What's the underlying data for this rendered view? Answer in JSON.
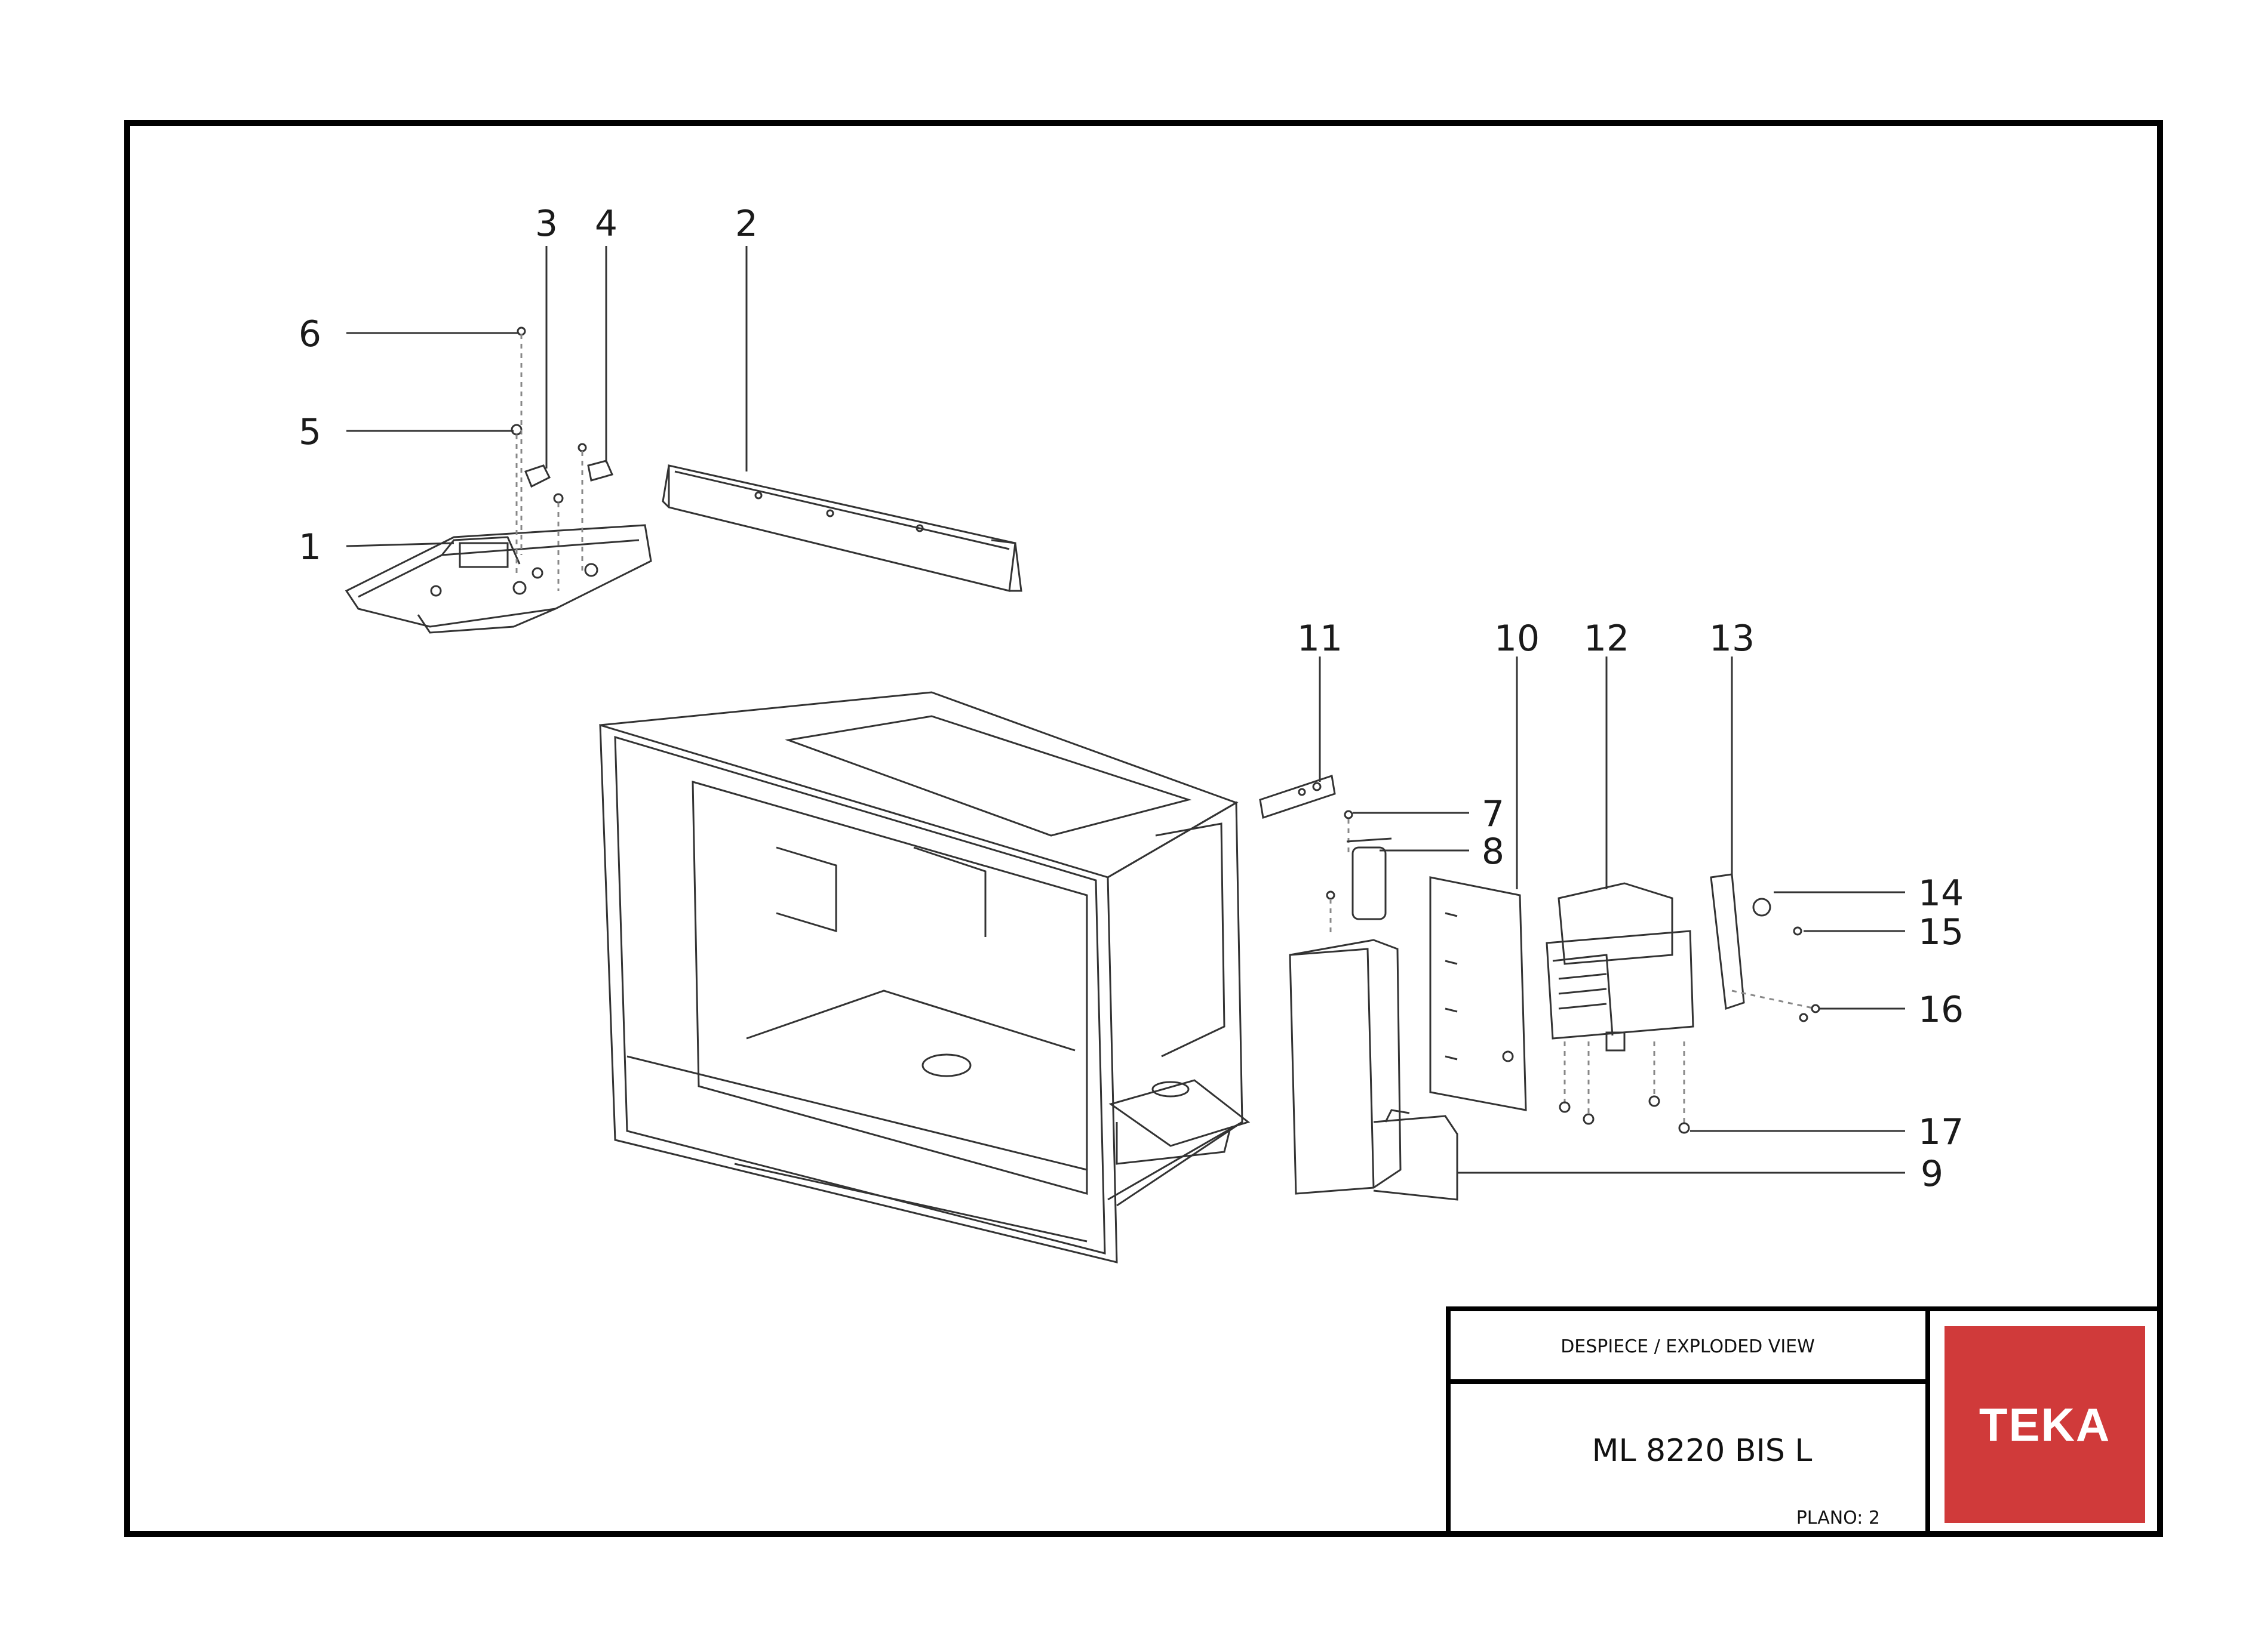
{
  "drawing": {
    "callouts": [
      "1",
      "2",
      "3",
      "4",
      "5",
      "6",
      "7",
      "8",
      "9",
      "10",
      "11",
      "12",
      "13",
      "14",
      "15",
      "16",
      "17"
    ]
  },
  "title_block": {
    "title": "DESPIECE / EXPLODED VIEW",
    "model": "ML 8220 BIS L",
    "plan": "PLANO: 2",
    "logo": "TEKA",
    "logo_color": "#d03a3a"
  }
}
